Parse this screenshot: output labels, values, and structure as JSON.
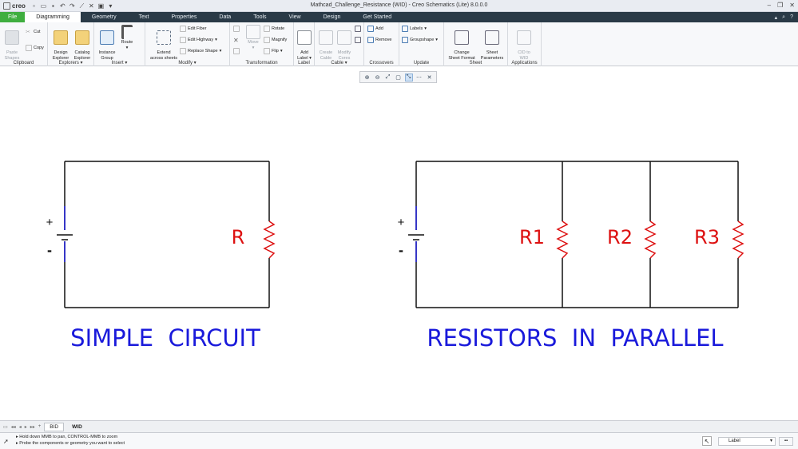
{
  "window": {
    "app_logo": "creo",
    "title": "Mathcad_Challenge_Resistance (WID) - Creo Schematics (Lite) 8.0.0.0"
  },
  "tabs": [
    {
      "label": "File"
    },
    {
      "label": "Diagramming"
    },
    {
      "label": "Geometry"
    },
    {
      "label": "Text"
    },
    {
      "label": "Properties"
    },
    {
      "label": "Data"
    },
    {
      "label": "Tools"
    },
    {
      "label": "View"
    },
    {
      "label": "Design"
    },
    {
      "label": "Get Started"
    }
  ],
  "ribbon": {
    "clipboard": {
      "label": "Clipboard",
      "paste": "Paste\nShapes",
      "cut": "Cut",
      "copy": "Copy"
    },
    "explorers": {
      "label": "Explorers",
      "design": "Design\nExplorer",
      "catalog": "Catalog\nExplorer"
    },
    "insert": {
      "label": "Insert",
      "instance": "Instance\nGroup",
      "route": "Route"
    },
    "modify": {
      "label": "Modify",
      "extend": "Extend\nacross sheets",
      "edit_fiber": "Edit Fiber",
      "edit_highway": "Edit Highway",
      "replace_shape": "Replace Shape"
    },
    "transformation": {
      "label": "Transformation",
      "move": "Move",
      "rotate": "Rotate",
      "magnify": "Magnify",
      "flip": "Flip"
    },
    "label_group": {
      "label": "Label",
      "add_label": "Add\nLabel"
    },
    "cable": {
      "label": "Cable",
      "create": "Create\nCable",
      "modify": "Modify\nCores"
    },
    "crossovers": {
      "label": "Crossovers",
      "add": "Add",
      "remove": "Remove"
    },
    "update": {
      "label": "Update",
      "labels": "Labels",
      "groupshape": "Groupshape"
    },
    "sheet": {
      "label": "Sheet",
      "change_format": "Change\nSheet Format",
      "parameters": "Sheet\nParameters"
    },
    "applications": {
      "label": "Applications",
      "cid": "CID to\nWID"
    }
  },
  "diagram": {
    "left_title": "SIMPLE  CIRCUIT",
    "right_title": "RESISTORS  IN  PARALLEL",
    "r_label": "R",
    "r1_label": "R1",
    "r2_label": "R2",
    "r3_label": "R3",
    "plus": "+",
    "minus": "-",
    "label_color": "#dd1111",
    "title_color": "#1a1adb",
    "battery_color": "#1a1adb"
  },
  "sheet_tabs": [
    {
      "label": "BID"
    },
    {
      "label": "WID"
    }
  ],
  "status": {
    "message1": "Hold down MMB to pan, CONTROL-MMB to zoom",
    "message2": "Probe the components or geometry you want to select",
    "filter": "Label"
  }
}
